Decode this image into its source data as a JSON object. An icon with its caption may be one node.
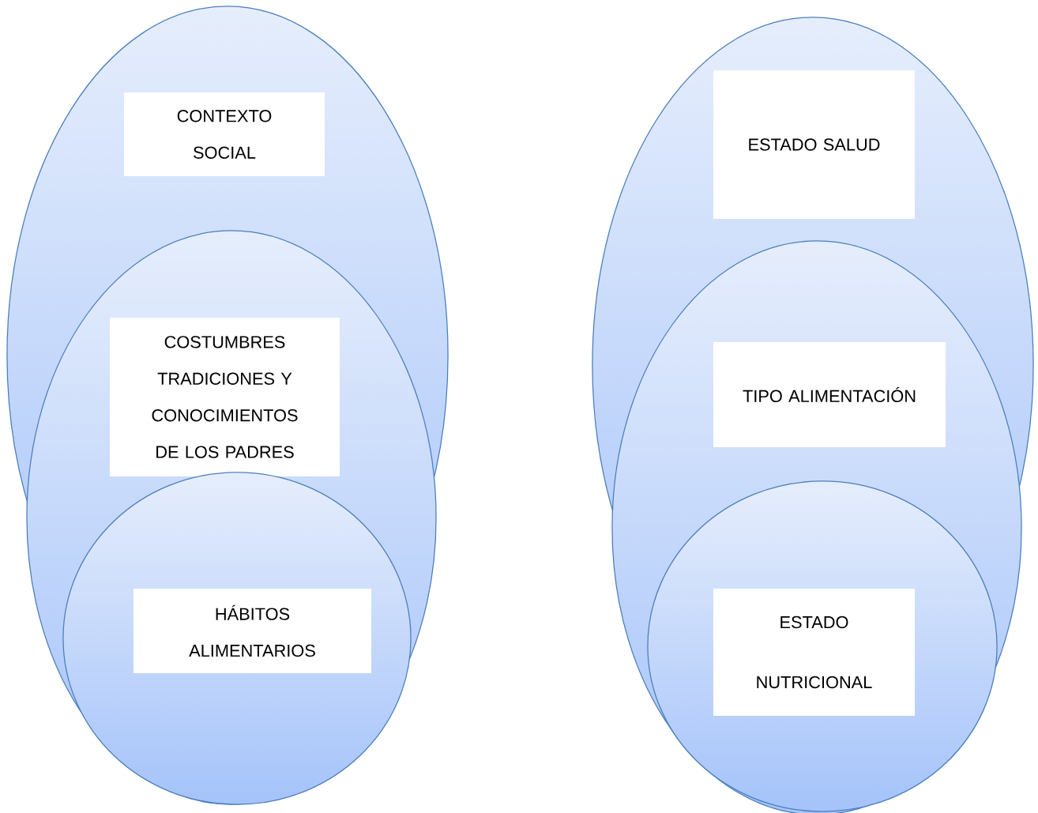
{
  "diagram": {
    "nodes": [
      {
        "text": [
          "CONTEXTO SOCIAL"
        ]
      },
      {
        "text": [
          "COSTUMBRES TRADICIONES Y CONOCIMIENTOS DE LOS PADRES"
        ]
      },
      {
        "text": [
          "HÁBITOS ALIMENTARIOS"
        ],
        "in": 1
      },
      {
        "text": [
          "ESTADO SALUD"
        ]
      },
      {
        "text": [
          "TIPO ALIMENTACIÓN"
        ]
      },
      {
        "text": [
          "ESTADO NUTRICIONAL"
        ],
        "in": 4
      }
    ]
  }
}
